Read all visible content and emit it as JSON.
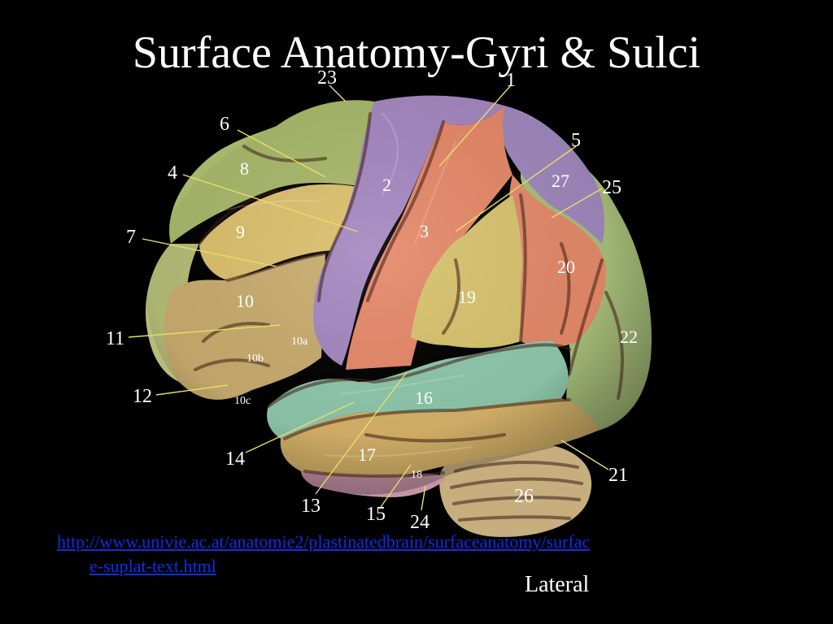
{
  "slide": {
    "title": "Surface Anatomy-Gyri & Sulci",
    "link_line1": "http://www.univie.ac.at/anatomie2/plastinatedbrain/surfaceanatomy/surfac",
    "link_line2": "e-suplat-text.html",
    "caption": "Lateral"
  },
  "figure": {
    "outer_labels": {
      "l23": "23",
      "l1": "1",
      "l6": "6",
      "l5": "5",
      "l4": "4",
      "l25": "25",
      "l7": "7",
      "l11": "11",
      "l12": "12",
      "l14": "14",
      "l13": "13",
      "l15": "15",
      "l24": "24",
      "l21": "21"
    },
    "region_labels": {
      "r8": "8",
      "r2": "2",
      "r27": "27",
      "r9": "9",
      "r3": "3",
      "r20": "20",
      "r10": "10",
      "r19": "19",
      "r22": "22",
      "r10a": "10a",
      "r10b": "10b",
      "r10c": "10c",
      "r16": "16",
      "r17": "17",
      "r18": "18",
      "r26": "26"
    },
    "region_colors": {
      "frontal_superior": "#a8b86a",
      "frontal_middle": "#d9c06a",
      "frontal_inferior": "#c9ad6e",
      "precentral": "#a487c0",
      "postcentral": "#e68868",
      "supramarginal": "#d8c46e",
      "angular": "#e68868",
      "occipital": "#a9c07a",
      "temporal_superior": "#8fc9ad",
      "temporal_middle": "#d8b46a",
      "temporal_inferior": "#c693a6",
      "cerebellum": "#c6ae7e",
      "leader_lines": "#e8dd6a",
      "link": "#0b2fe8"
    }
  }
}
